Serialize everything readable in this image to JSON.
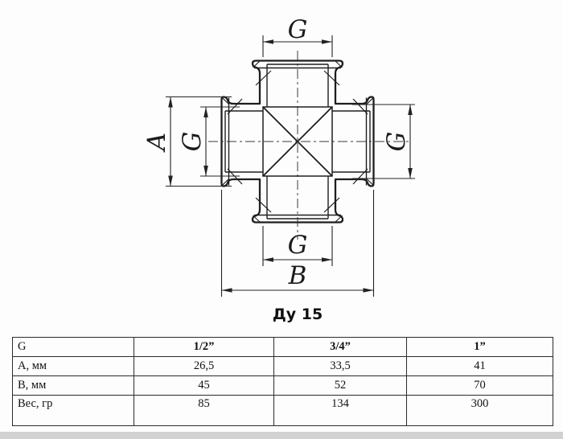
{
  "drawing": {
    "labels": {
      "dim_g_top": "G",
      "dim_a_left": "A",
      "dim_g_left": "G",
      "dim_g_right": "G",
      "dim_g_bottom": "G",
      "dim_b_bottom": "B",
      "caption": "Ду 15"
    }
  },
  "table": {
    "rows": [
      {
        "label": "G",
        "values": [
          "1/2”",
          "3/4”",
          "1”"
        ]
      },
      {
        "label": "А, мм",
        "values": [
          "26,5",
          "33,5",
          "41"
        ]
      },
      {
        "label": "В, мм",
        "values": [
          "45",
          "52",
          "70"
        ]
      },
      {
        "label": "Вес, гр",
        "values": [
          "85",
          "134",
          "300"
        ]
      }
    ]
  },
  "colors": {
    "line": "#222222",
    "text": "#111111",
    "background": "#fdfdfd"
  }
}
